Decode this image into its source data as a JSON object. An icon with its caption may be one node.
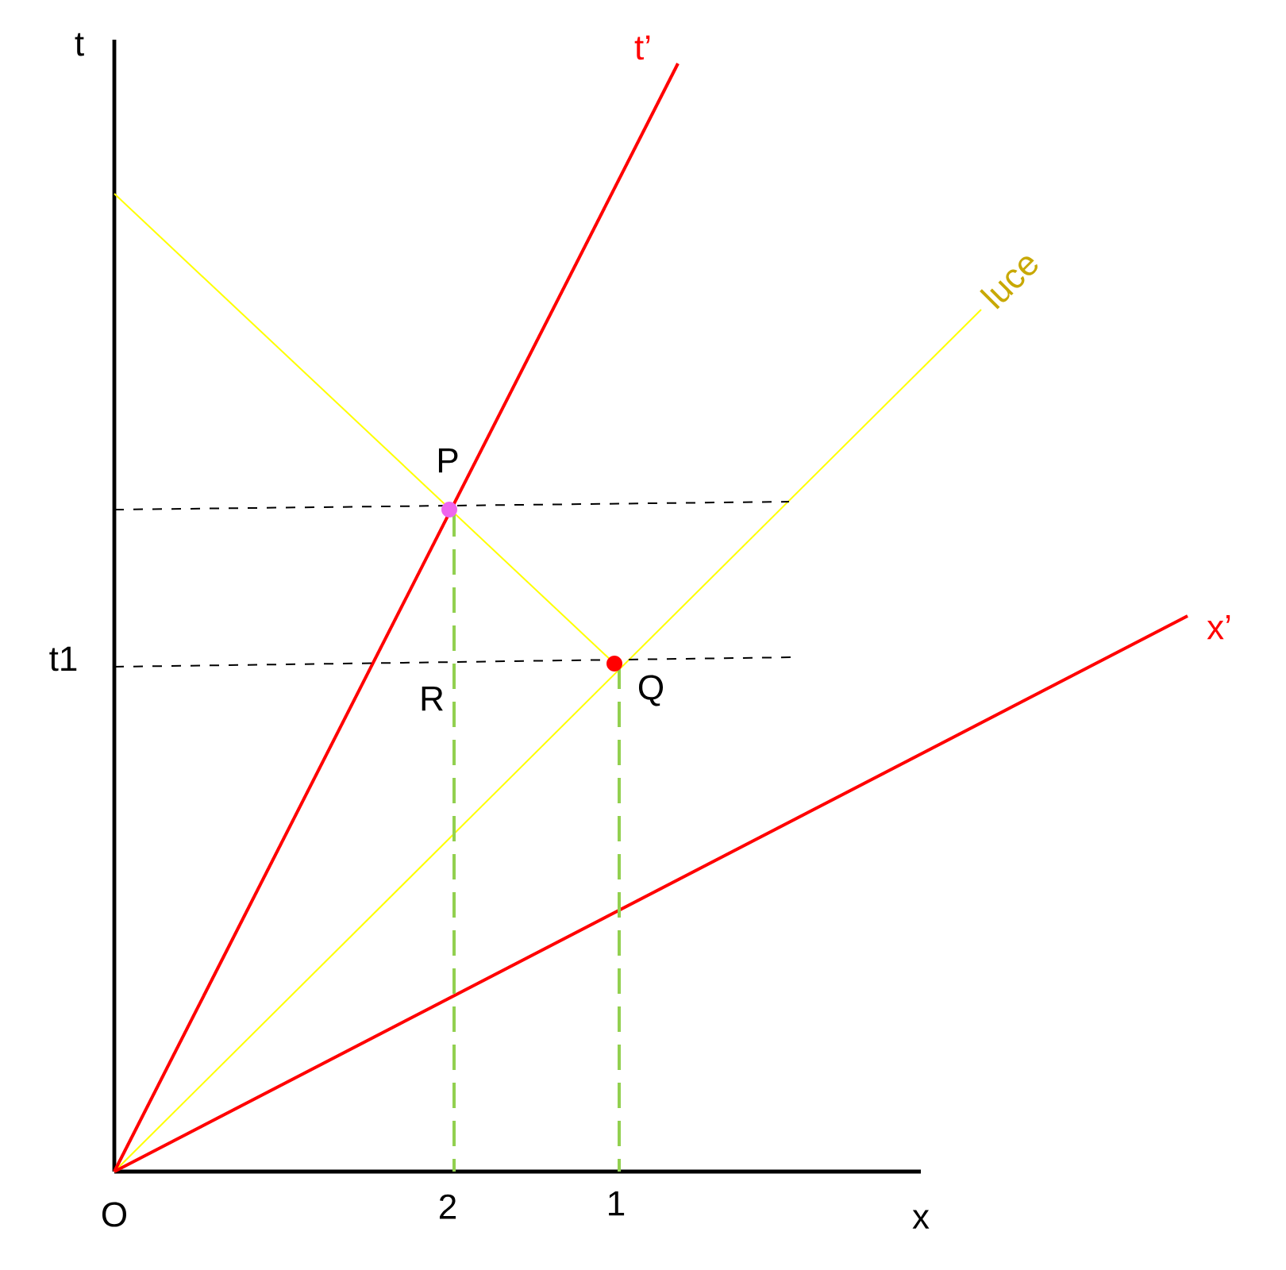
{
  "diagram": {
    "labels": [
      "t",
      "t’",
      "luce",
      "P",
      "t1",
      "R",
      "Q",
      "x’",
      "O",
      "2",
      "1",
      "x"
    ]
  }
}
